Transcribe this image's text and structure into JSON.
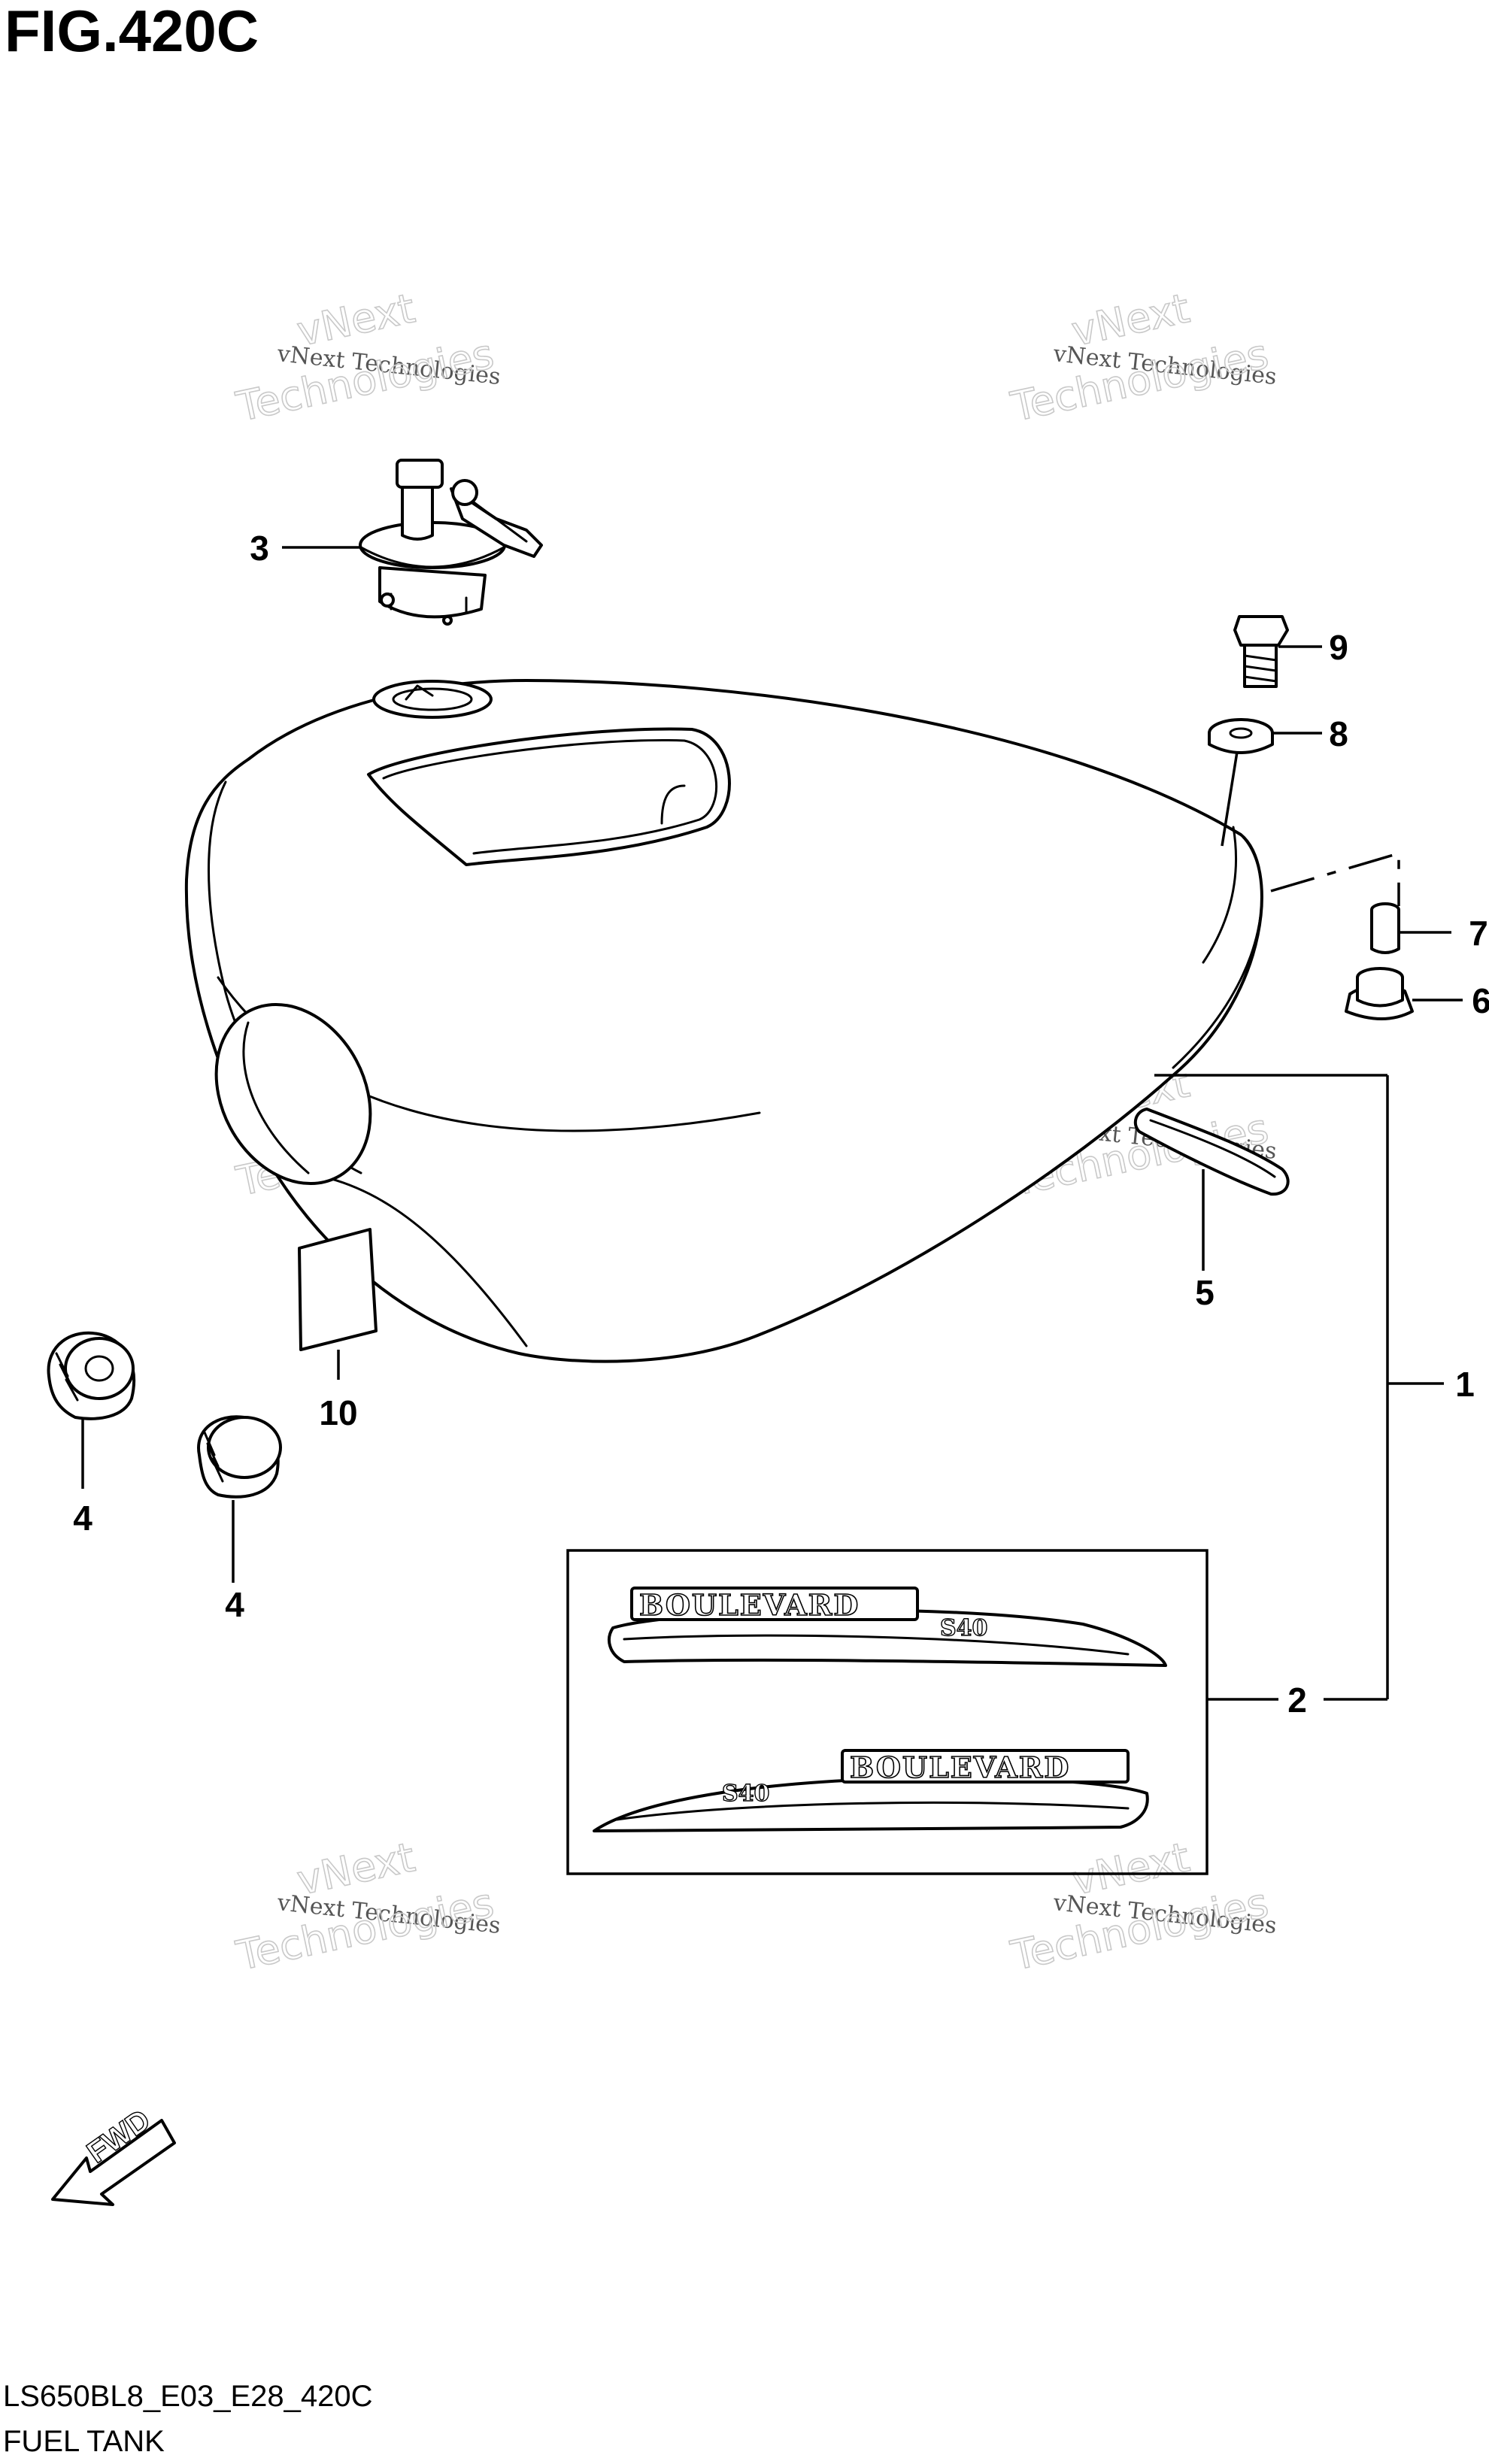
{
  "figure": {
    "title": "FIG.420C",
    "code": "LS650BL8_E03_E28_420C",
    "name": "FUEL TANK"
  },
  "watermark": {
    "small": "vNext Technologies",
    "big_line1": "vNext",
    "big_line2": "Technologies"
  },
  "callouts": {
    "p1": "1",
    "p2": "2",
    "p3": "3",
    "p4a": "4",
    "p4b": "4",
    "p5": "5",
    "p6": "6",
    "p7": "7",
    "p8": "8",
    "p9": "9",
    "p10": "10"
  },
  "decals": {
    "brand": "BOULEVARD",
    "model": "S40"
  },
  "fwd_label": "FWD"
}
